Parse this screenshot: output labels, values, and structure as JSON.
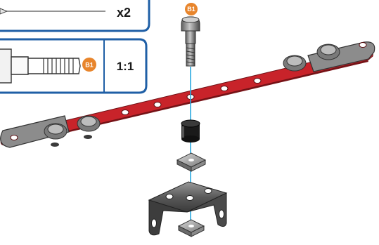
{
  "parts_box": {
    "quantity": "x2"
  },
  "scale_box": {
    "part_badge": "B1",
    "scale": "1:1"
  },
  "assembly": {
    "screw_badge": "B1"
  },
  "colors": {
    "panel_border": "#1f5fa6",
    "badge": "#e8852c",
    "strip": "#c8232a",
    "guide_line": "#29a8df",
    "metal": "#5b5b5b"
  },
  "icons": [
    "screw-icon",
    "nut-icon",
    "spacer-icon",
    "bracket-icon",
    "perforated-strip-icon"
  ]
}
